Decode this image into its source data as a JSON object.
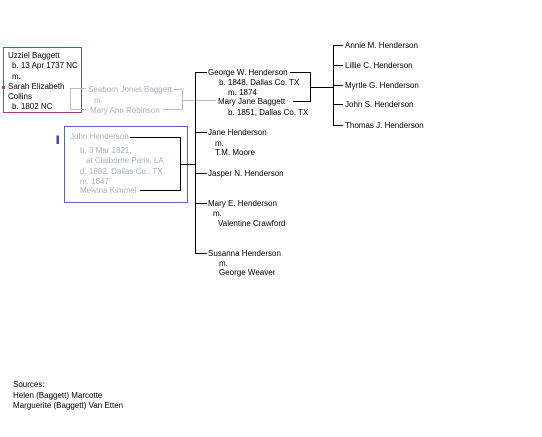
{
  "uzziel": {
    "name": "Uzziel Baggett",
    "born": "b. 13 Apr 1737 NC",
    "married": "m.",
    "spouse_first": "Sarah Elizabeth",
    "spouse_last": "Collins",
    "spouse_born": "b. 1802 NC"
  },
  "seaborn": {
    "name": "Seaborn Jones Baggett",
    "married": "m.",
    "spouse": "Mary Ann Robinson"
  },
  "john": {
    "icon": "signal-bars-icon",
    "name": "John Henderson",
    "born": "b.  3 Mar 1821,",
    "born_place": "at Claiborne Paris, LA",
    "died": "d. 1882, Dallas Co., TX",
    "married": "m. 1847",
    "spouse": "Melvina Kimmel"
  },
  "george": {
    "name": "George W. Henderson",
    "born": "b. 1848, Dallas Co. TX",
    "married": "m. 1874",
    "spouse": "Mary Jane Baggett",
    "spouse_born": "b. 1851, Dallas Co. TX"
  },
  "children": [
    "Annie M. Henderson",
    "Lillie C. Henderson",
    "Myrtle G. Henderson",
    "John S. Henderson",
    "Thomas J. Henderson"
  ],
  "siblings": {
    "jane": {
      "name": "Jane Henderson",
      "married": "m.",
      "spouse": "T.M. Moore"
    },
    "jasper": {
      "name": "Jasper N. Henderson"
    },
    "mary": {
      "name": "Mary E. Henderson",
      "married": "m.",
      "spouse": "Valentine Crawford"
    },
    "susanna": {
      "name": "Susanna Henderson",
      "married": "m.",
      "spouse": "George Weaver"
    }
  },
  "sources": {
    "heading": "Sources:",
    "items": [
      "Helen (Baggett) Marcotte",
      "Marguerite (Baggett) Van Etten"
    ]
  },
  "colors": {
    "uzziel_border": "#a0407c",
    "john_border": "#5c64b4",
    "faded_text": "#aab0c4"
  }
}
